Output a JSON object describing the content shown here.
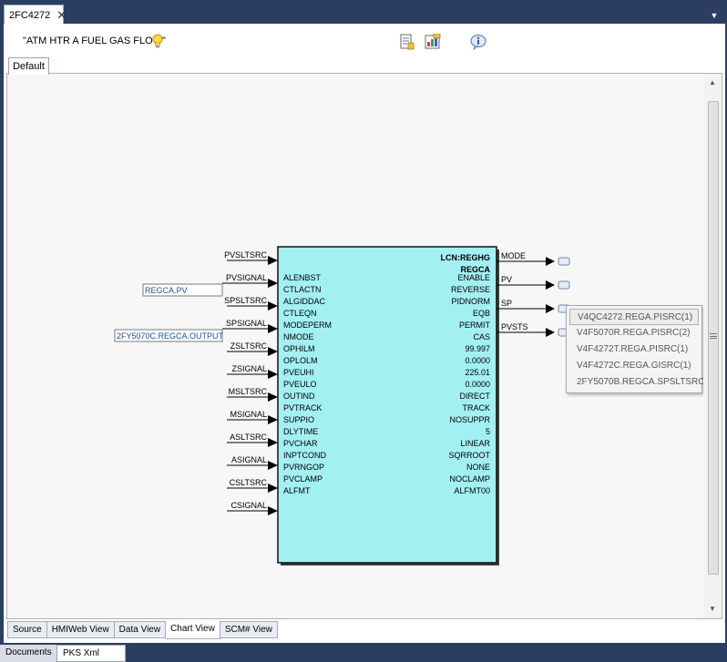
{
  "document_tab": {
    "label": "2FC4272",
    "close_glyph": "✕"
  },
  "header": {
    "title": "\"ATM HTR A FUEL GAS FLOW\""
  },
  "icons": {
    "bulb": "lightbulb-icon",
    "notes": "notes-icon",
    "chart": "chart-properties-icon",
    "info": "info-icon"
  },
  "inner_tab": {
    "label": "Default"
  },
  "block": {
    "title_line1": "LCN:REGHG",
    "title_line2": "REGCA",
    "params": [
      {
        "name": "ALENBST",
        "value": "ENABLE"
      },
      {
        "name": "CTLACTN",
        "value": "REVERSE"
      },
      {
        "name": "ALGIDDAC",
        "value": "PIDNORM"
      },
      {
        "name": "CTLEQN",
        "value": "EQB"
      },
      {
        "name": "MODEPERM",
        "value": "PERMIT"
      },
      {
        "name": "NMODE",
        "value": "CAS"
      },
      {
        "name": "OPHILM",
        "value": "99.997"
      },
      {
        "name": "OPLOLM",
        "value": "0.0000"
      },
      {
        "name": "PVEUHI",
        "value": "225.01"
      },
      {
        "name": "PVEULO",
        "value": "0.0000"
      },
      {
        "name": "OUTIND",
        "value": "DIRECT"
      },
      {
        "name": "PVTRACK",
        "value": "TRACK"
      },
      {
        "name": "SUPPIO",
        "value": "NOSUPPR"
      },
      {
        "name": "DLYTIME",
        "value": "5"
      },
      {
        "name": "PVCHAR",
        "value": "LINEAR"
      },
      {
        "name": "INPTCOND",
        "value": "SQRROOT"
      },
      {
        "name": "PVRNGOP",
        "value": "NONE"
      },
      {
        "name": "PVCLAMP",
        "value": "NOCLAMP"
      },
      {
        "name": "ALFMT",
        "value": "ALFMT00"
      }
    ]
  },
  "inputs": [
    {
      "pin": "PVSLTSRC",
      "source": ""
    },
    {
      "pin": "PVSIGNAL",
      "source": "REGCA.PV"
    },
    {
      "pin": "SPSLTSRC",
      "source": ""
    },
    {
      "pin": "SPSIGNAL",
      "source": "2FY5070C.REGCA.OUTPUT"
    },
    {
      "pin": "ZSLTSRC",
      "source": ""
    },
    {
      "pin": "ZSIGNAL",
      "source": ""
    },
    {
      "pin": "MSLTSRC",
      "source": ""
    },
    {
      "pin": "MSIGNAL",
      "source": ""
    },
    {
      "pin": "ASLTSRC",
      "source": ""
    },
    {
      "pin": "ASIGNAL",
      "source": ""
    },
    {
      "pin": "CSLTSRC",
      "source": ""
    },
    {
      "pin": "CSIGNAL",
      "source": ""
    }
  ],
  "outputs": [
    {
      "pin": "MODE"
    },
    {
      "pin": "PV"
    },
    {
      "pin": "SP"
    },
    {
      "pin": "PVSTS"
    }
  ],
  "popup": {
    "items": [
      "V4QC4272.REGA.PISRC(1)",
      "V4F5070R.REGA.PISRC(2)",
      "V4F4272T.REGA.PISRC(1)",
      "V4F4272C.REGA.GISRC(1)",
      "2FY5070B.REGCA.SPSLTSRC"
    ],
    "selected_index": 0
  },
  "bottom_tabs": [
    {
      "label": "Source",
      "active": false
    },
    {
      "label": "HMIWeb View",
      "active": false
    },
    {
      "label": "Data View",
      "active": false
    },
    {
      "label": "Chart View",
      "active": true
    },
    {
      "label": "SCM# View",
      "active": false
    }
  ],
  "status_tabs": {
    "documents": "Documents",
    "pks_xml": "PKS Xml View"
  },
  "colors": {
    "block_fill": "#a3f0f3",
    "frame": "#2b3e61",
    "source_link": "#1f4fa0"
  }
}
